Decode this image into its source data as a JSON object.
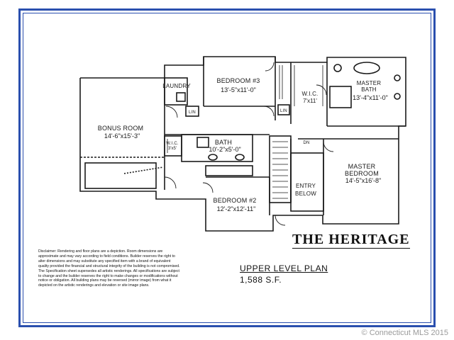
{
  "rooms": {
    "laundry": {
      "label": "LAUNDRY"
    },
    "bedroom3": {
      "label": "BEDROOM #3",
      "dim": "13'-5\"x11'-0\""
    },
    "wic_main": {
      "label": "W.I.C.",
      "dim": "7'x11'"
    },
    "master_bath": {
      "label": "MASTER BATH",
      "dim": "13'-4\"x11'-0\""
    },
    "bonus_room": {
      "label": "BONUS ROOM",
      "dim": "14'-6\"x15'-3\""
    },
    "wic_small": {
      "label": "W.I.C.",
      "dim": "3'x5'"
    },
    "bath": {
      "label": "BATH",
      "dim": "10'-2\"x5'-0\""
    },
    "master_bedroom": {
      "label": "MASTER BEDROOM",
      "dim": "14'-5\"x16'-8\""
    },
    "entry": {
      "label": "ENTRY BELOW"
    },
    "bedroom2": {
      "label": "BEDROOM #2",
      "dim": "12'-2\"x12'-11\""
    }
  },
  "marks": {
    "lin": "LIN",
    "dn": "DN"
  },
  "title": "THE HERITAGE",
  "plan_name": "UPPER LEVEL PLAN",
  "square_feet": "1,588 S.F.",
  "disclaimer": "Disclaimer: Rendering and floor plans are a depiction. Room dimensions are approximate and may vary according to field conditions. Builder reserves the right to alter dimensions and may substitute any specified item with a brand of equivalent quality provided the financial and structural integrity of the building is not compromised. The Specification sheet supersedes all artistic renderings. All specifications are subject to change and the builder reserves the right to make changes or modifications without notice or obligation. All building plans may be reversed (mirror image) from what it depicted on the artistic renderings and elevation or site image plans.",
  "copyright": "© Connecticut MLS 2015",
  "colors": {
    "frame": "#2a4fae",
    "line": "#1a1a1a",
    "watermark": "#9a9a9a"
  }
}
